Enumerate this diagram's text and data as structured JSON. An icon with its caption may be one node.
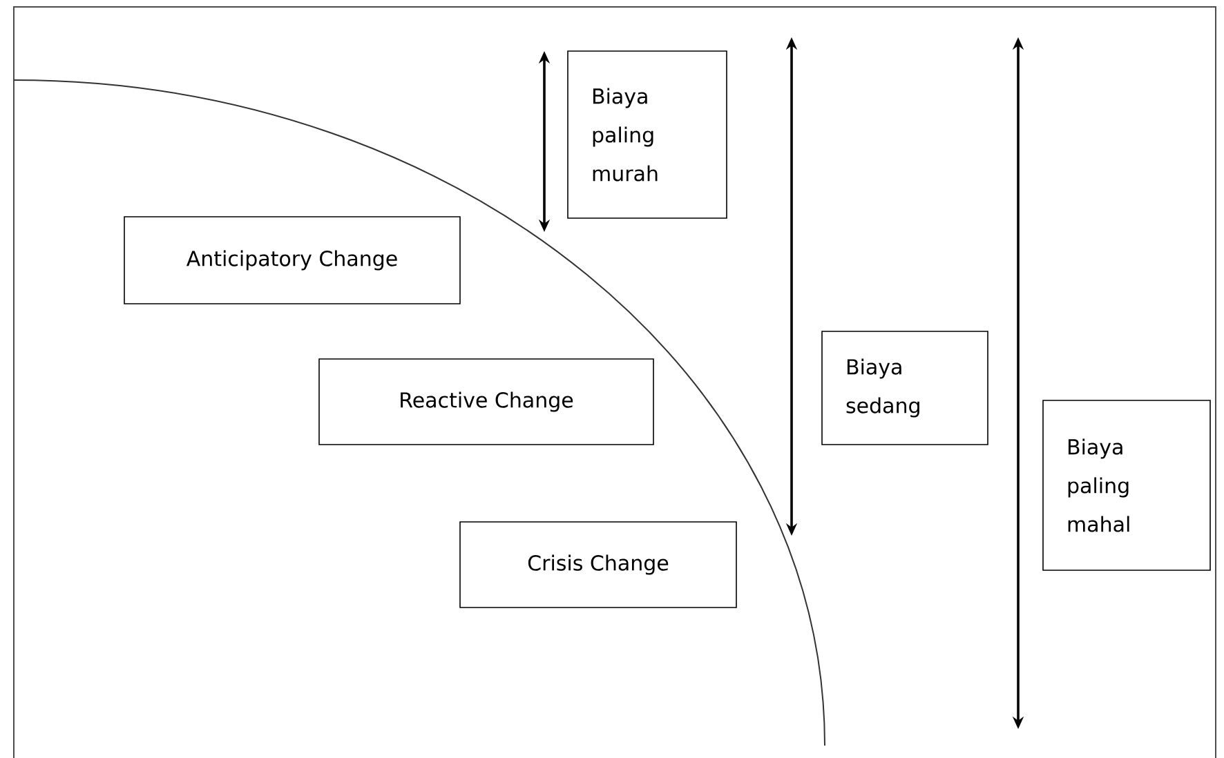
{
  "diagram": {
    "nodes": [
      {
        "text": [
          "Anticipatory Change"
        ]
      },
      {
        "text": [
          "Reactive Change"
        ]
      },
      {
        "text": [
          "Crisis Change"
        ]
      },
      {
        "text": [
          "Biaya paling murah"
        ]
      },
      {
        "text": [
          "Biaya sedang"
        ]
      },
      {
        "text": [
          "Biaya paling mahal"
        ]
      }
    ],
    "edges": []
  }
}
